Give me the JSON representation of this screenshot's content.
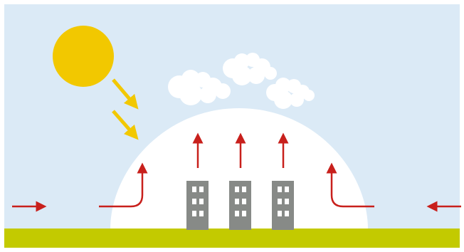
{
  "diagram": {
    "colors": {
      "sky": "#dbeaf6",
      "ground": "#c3ca00",
      "dome": "#ffffff",
      "sun": "#f2c800",
      "sun_ray": "#f2c800",
      "airflow_arrow": "#c8201c",
      "building": "#878a87",
      "window": "#ffffff",
      "cloud": "#ffffff"
    },
    "icons": {
      "sun": "sun-icon",
      "cloud": "cloud-icon",
      "building": "building-icon",
      "arrow": "arrow-icon"
    },
    "counts": {
      "clouds": 3,
      "buildings": 3,
      "rising_arrows": 3,
      "sun_rays": 2
    }
  }
}
